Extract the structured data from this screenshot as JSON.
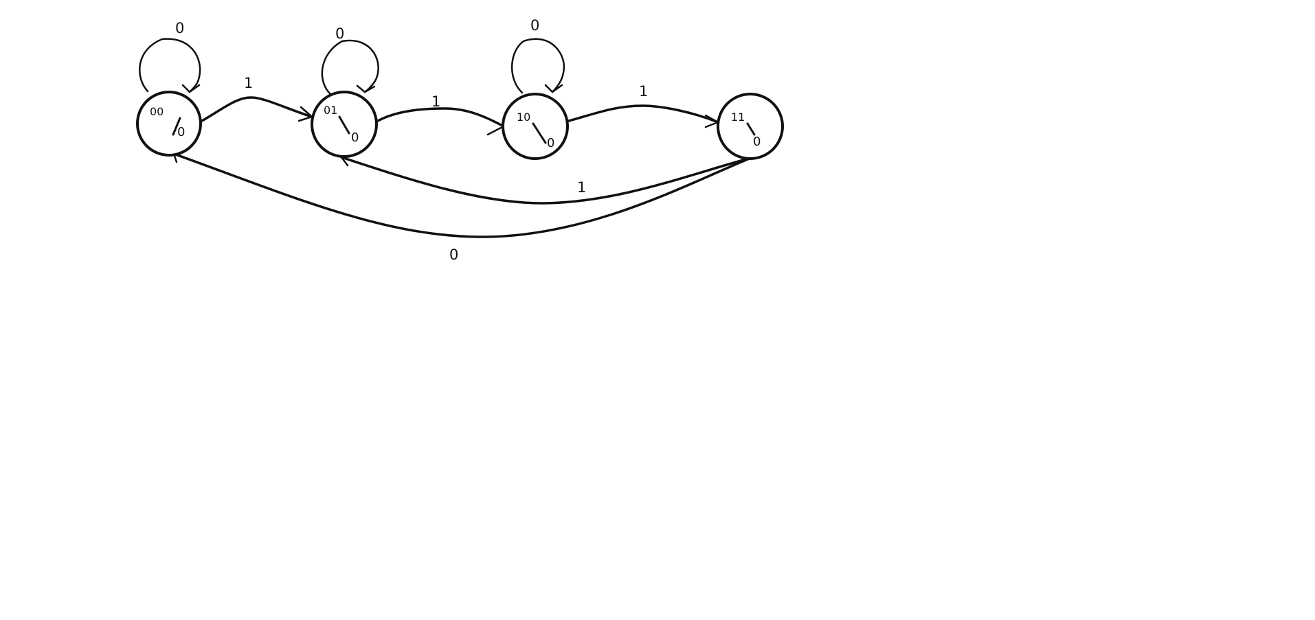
{
  "diagram": {
    "states": [
      {
        "id": "s00",
        "code": "00",
        "output": "0"
      },
      {
        "id": "s01",
        "code": "01",
        "output": "0"
      },
      {
        "id": "s10",
        "code": "10",
        "output": "0"
      },
      {
        "id": "s11",
        "code": "11",
        "output": "0"
      }
    ],
    "transitions": [
      {
        "from": "s00",
        "to": "s00",
        "input": "0"
      },
      {
        "from": "s01",
        "to": "s01",
        "input": "0"
      },
      {
        "from": "s10",
        "to": "s10",
        "input": "0"
      },
      {
        "from": "s00",
        "to": "s01",
        "input": "1"
      },
      {
        "from": "s01",
        "to": "s10",
        "input": "1"
      },
      {
        "from": "s10",
        "to": "s11",
        "input": "1"
      },
      {
        "from": "s11",
        "to": "s01",
        "input": "1"
      },
      {
        "from": "s11",
        "to": "s00",
        "input": "0"
      }
    ]
  }
}
